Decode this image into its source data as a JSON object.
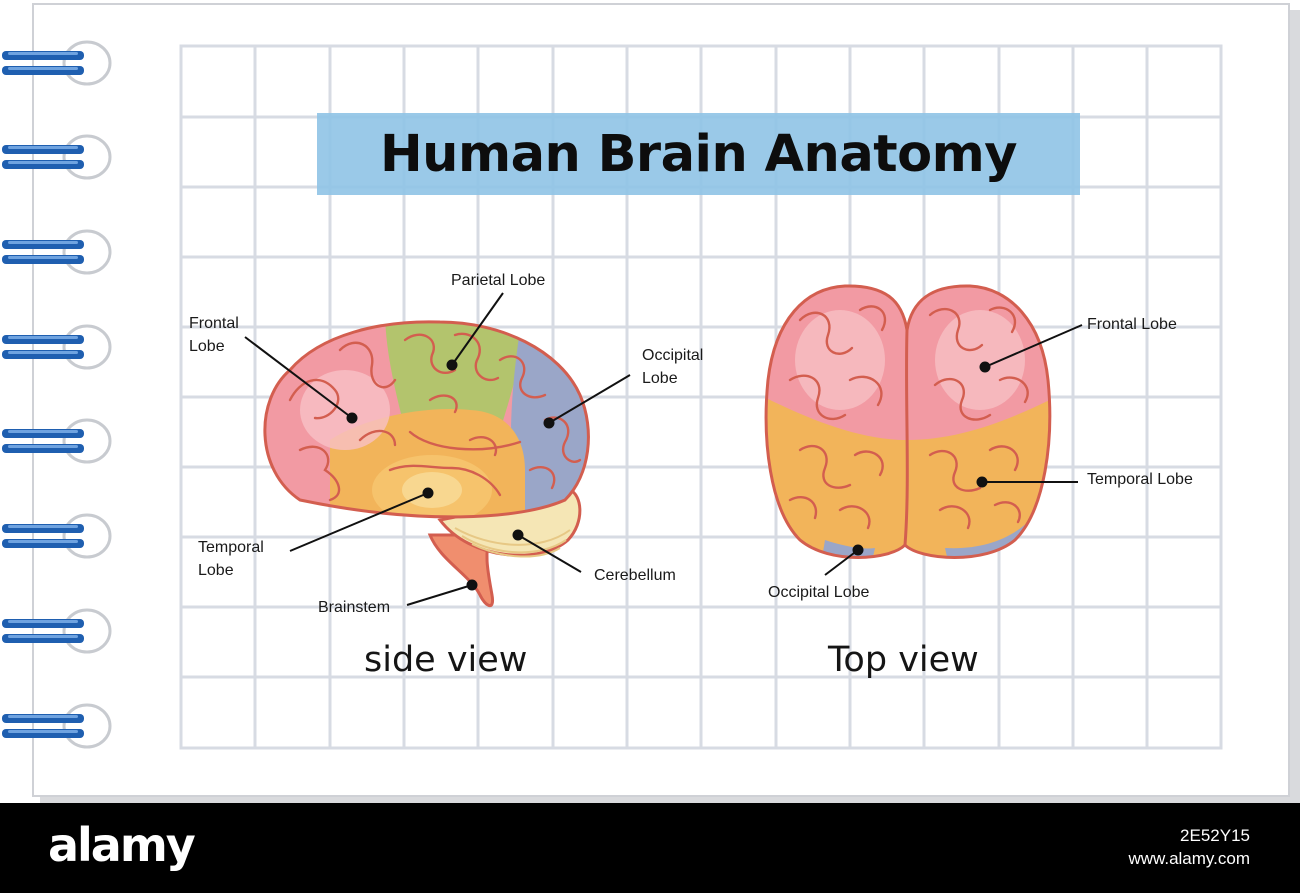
{
  "title": "Human Brain Anatomy",
  "side_view": {
    "caption": "side view",
    "labels": {
      "frontal": [
        "Frontal",
        "Lobe"
      ],
      "parietal": "Parietal Lobe",
      "occipital": [
        "Occipital",
        "Lobe"
      ],
      "temporal": [
        "Temporal",
        "Lobe"
      ],
      "brainstem": "Brainstem",
      "cerebellum": "Cerebellum"
    }
  },
  "top_view": {
    "caption": "Top view",
    "labels": {
      "frontal": "Frontal Lobe",
      "temporal": "Temporal Lobe",
      "occipital": "Occipital Lobe"
    }
  },
  "footer": {
    "logo": "alamy",
    "image_id": "2E52Y15",
    "url": "www.alamy.com"
  },
  "colors": {
    "title_band": "#8fc3e6",
    "frontal": "#f29aa3",
    "parietal": "#b3c46d",
    "occipital": "#9aa6c8",
    "temporal": "#f2b45a",
    "cerebellum": "#f5e6b5",
    "brainstem": "#f08e6e",
    "grid_line": "#d7dbe3",
    "spiral_blue": "#1f5fb0"
  }
}
